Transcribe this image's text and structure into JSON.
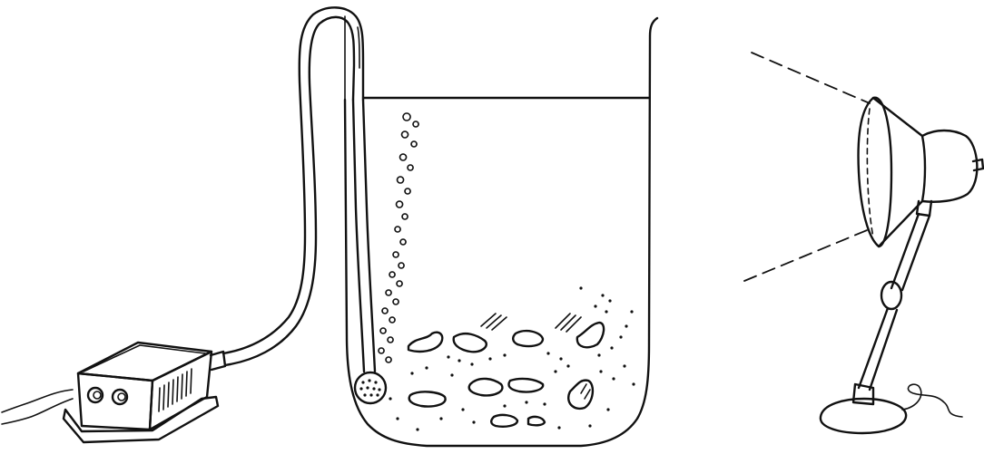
{
  "figure": {
    "components": [
      {
        "id": "air-pump",
        "icon": "air-pump-icon"
      },
      {
        "id": "air-tube",
        "icon": "tube-icon"
      },
      {
        "id": "air-stone",
        "icon": "air-stone-icon"
      },
      {
        "id": "beaker",
        "icon": "beaker-icon"
      },
      {
        "id": "water",
        "icon": "water-icon"
      },
      {
        "id": "sediment",
        "icon": "sediment-icon"
      },
      {
        "id": "lamp",
        "icon": "lamp-icon"
      },
      {
        "id": "light-beam",
        "icon": "light-beam-icon"
      }
    ],
    "colors": {
      "ink": "#111111",
      "background": "#ffffff"
    }
  }
}
